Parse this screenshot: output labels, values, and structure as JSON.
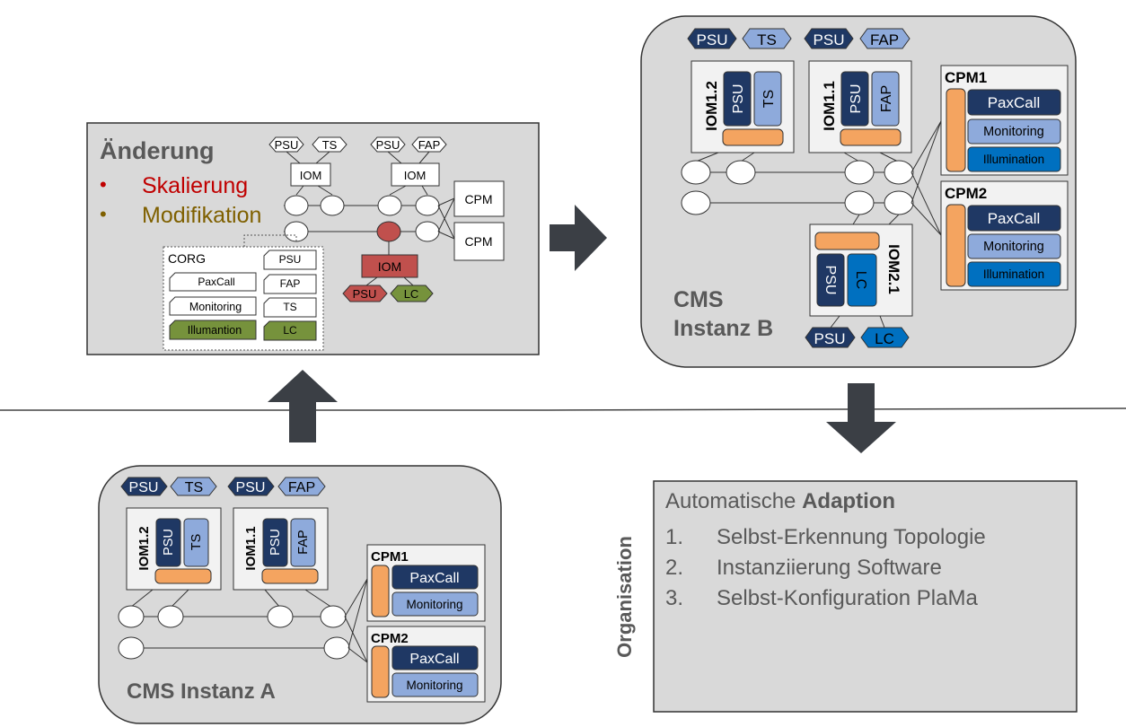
{
  "colors": {
    "dark_blue": "#1f3864",
    "light_blue": "#8eaadb",
    "mid_blue": "#0070c0",
    "orange": "#f4a460",
    "red": "#c0504d",
    "green": "#76923c",
    "olive": "#7f6000",
    "gray_panel": "#d9d9d9",
    "arrow": "#3b3f45"
  },
  "change_panel": {
    "title": "Änderung",
    "bullet_symbol": "•",
    "bullets": [
      "Skalierung",
      "Modifikation"
    ],
    "top_labels": [
      "PSU",
      "TS",
      "PSU",
      "FAP"
    ],
    "iom_label": "IOM",
    "cpm_label": "CPM",
    "new_iom_label": "IOM",
    "new_psu_label": "PSU",
    "new_lc_label": "LC",
    "corg": {
      "title": "CORG",
      "left_items": [
        "PaxCall",
        "Monitoring",
        "Illumantion"
      ],
      "right_items": [
        "PSU",
        "FAP",
        "TS",
        "LC"
      ]
    }
  },
  "instance_b": {
    "label_line1": "CMS",
    "label_line2": "Instanz B",
    "iom12": {
      "title": "IOM1.2",
      "modules": [
        "PSU",
        "TS"
      ],
      "top": [
        "PSU",
        "TS"
      ]
    },
    "iom11": {
      "title": "IOM1.1",
      "modules": [
        "PSU",
        "FAP"
      ],
      "top": [
        "PSU",
        "FAP"
      ]
    },
    "iom21": {
      "title": "IOM2.1",
      "modules": [
        "PSU",
        "LC"
      ],
      "bottom": [
        "PSU",
        "LC"
      ]
    },
    "cpm1": {
      "title": "CPM1",
      "modules": [
        "PaxCall",
        "Monitoring",
        "Illumination"
      ]
    },
    "cpm2": {
      "title": "CPM2",
      "modules": [
        "PaxCall",
        "Monitoring",
        "Illumination"
      ]
    }
  },
  "instance_a": {
    "label": "CMS Instanz A",
    "iom12": {
      "title": "IOM1.2",
      "modules": [
        "PSU",
        "TS"
      ],
      "top": [
        "PSU",
        "TS"
      ]
    },
    "iom11": {
      "title": "IOM1.1",
      "modules": [
        "PSU",
        "FAP"
      ],
      "top": [
        "PSU",
        "FAP"
      ]
    },
    "cpm1": {
      "title": "CPM1",
      "modules": [
        "PaxCall",
        "Monitoring"
      ]
    },
    "cpm2": {
      "title": "CPM2",
      "modules": [
        "PaxCall",
        "Monitoring"
      ]
    }
  },
  "adaption_panel": {
    "title_prefix": "Automatische ",
    "title_bold": "Adaption",
    "items": [
      {
        "num": "1.",
        "text": "Selbst-Erkennung Topologie"
      },
      {
        "num": "2.",
        "text": "Instanziierung Software"
      },
      {
        "num": "3.",
        "text": "Selbst-Konfiguration PlaMa"
      }
    ]
  },
  "side_label": "Organisation"
}
